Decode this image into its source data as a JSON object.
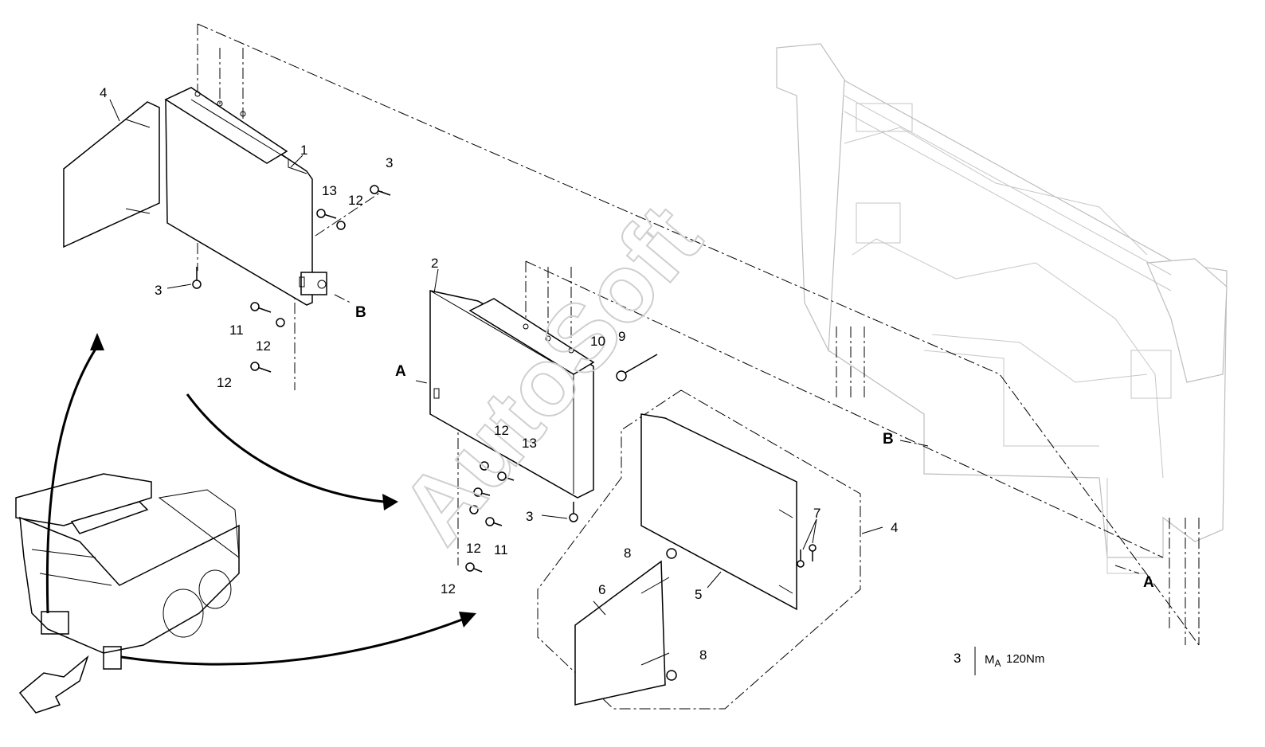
{
  "watermark": "AutoSoft",
  "callouts": {
    "c1": "1",
    "c2": "2",
    "c3a": "3",
    "c3b": "3",
    "c3c": "3",
    "c4a": "4",
    "c4b": "4",
    "c5": "5",
    "c6": "6",
    "c7": "7",
    "c8a": "8",
    "c8b": "8",
    "c9": "9",
    "c10": "10",
    "c11a": "11",
    "c11b": "11",
    "c12a": "12",
    "c12b": "12",
    "c12c": "12",
    "c12d": "12",
    "c12e": "12",
    "c12f": "12",
    "c13a": "13",
    "c13b": "13"
  },
  "refs": {
    "a1": "A",
    "a2": "A",
    "b1": "B",
    "b2": "B"
  },
  "torque_note": {
    "item": "3",
    "symbol": "M",
    "subscript": "A",
    "value": "120Nm"
  }
}
